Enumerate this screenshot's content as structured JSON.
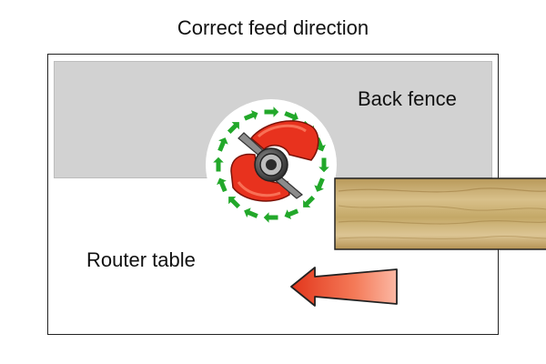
{
  "title": "Correct feed direction",
  "labels": {
    "back_fence": "Back fence",
    "router_table": "Router table"
  },
  "colors": {
    "fence": "#d2d2d2",
    "cutter": "#e8321e",
    "rotation_arrows": "#22a82a",
    "wood": "#c9ad6c",
    "feed_arrow": "#ee4a2a"
  },
  "icons": {
    "cutter": "router-bit-icon",
    "rotation": "rotation-arrows-icon",
    "feed": "feed-arrow-icon",
    "workpiece": "wood-board-icon"
  }
}
